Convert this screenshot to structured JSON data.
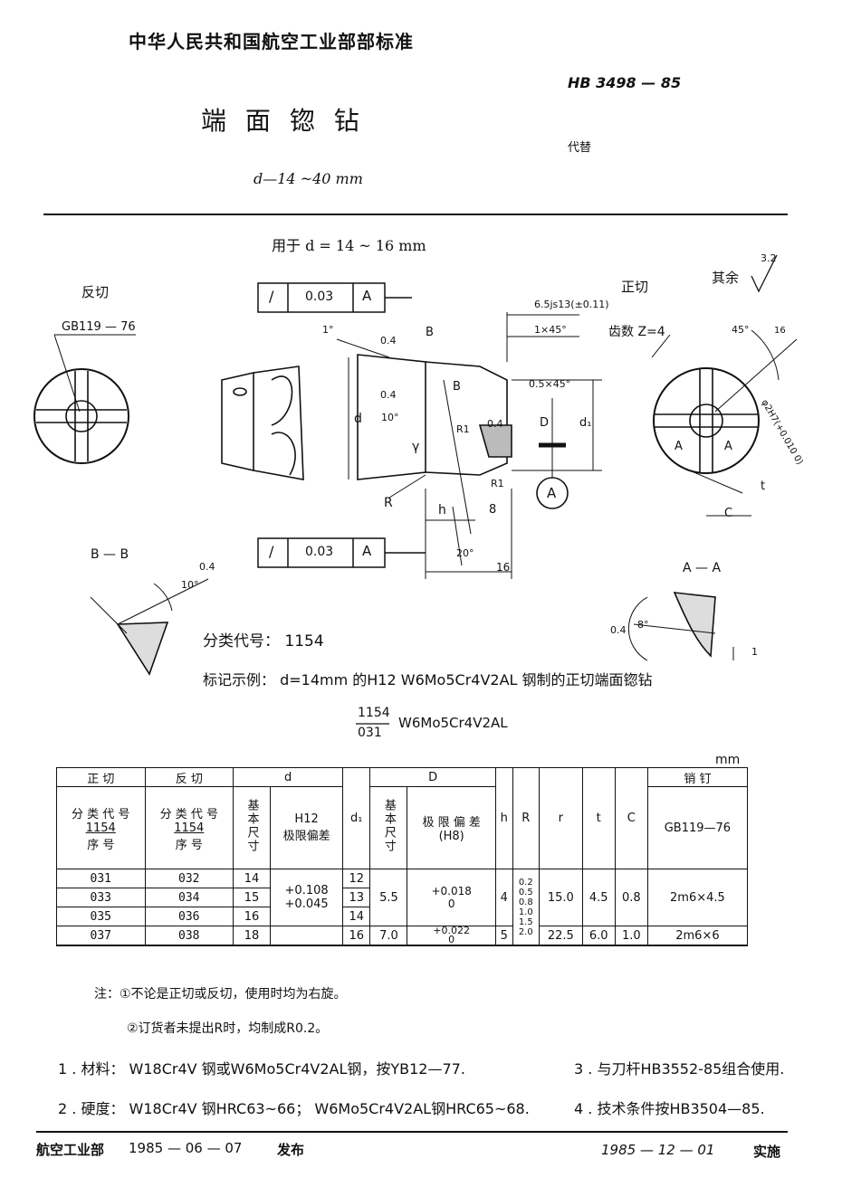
{
  "header": {
    "org": "中华人民共和国航空工业部部标准",
    "title": "端 面 锪 钻",
    "range": "d—14 ~40 mm",
    "std_no": "HB 3498 — 85",
    "replaces": "代替"
  },
  "drawing": {
    "use_for": "用于   d = 14 ~ 16 mm",
    "left_cut": "反切",
    "right_cut": "正切",
    "roughness": "其余",
    "roughness_val": "3.2",
    "pin_std": "GB119 — 76",
    "teeth": "齿数 Z=4",
    "tol_sym": "/",
    "tol_val": "0.03",
    "tol_ref": "A",
    "tol_sym2": "/",
    "tol_val2": "0.03",
    "tol_ref2": "A",
    "dim_1deg": "1°",
    "dim_04a": "0.4",
    "dim_04b": "0.4",
    "dim_04c": "0.4",
    "lbl_B1": "B",
    "lbl_B2": "B",
    "dim_10deg": "10°",
    "lbl_d": "d",
    "lbl_gamma": "γ",
    "lbl_R": "R",
    "lbl_h": "h",
    "dim_8": "8",
    "dim_20deg": "20°",
    "dim_16": "16",
    "dim_js": "6.5js13(±0.11)",
    "dim_1x45": "1×45°",
    "dim_05x45": "0.5×45°",
    "lbl_R1a": "R1",
    "lbl_R1b": "R1",
    "lbl_D": "D",
    "lbl_d1": "d₁",
    "circle_A": "A",
    "dim_45deg": "45°",
    "dim_16b": "16",
    "dim_2h7": "φ2H7(+0.010 0)",
    "lbl_A1": "A",
    "lbl_A2": "A",
    "lbl_t": "t",
    "lbl_C": "C",
    "section_bb": "B — B",
    "bb_10deg": "10°",
    "bb_04": "0.4",
    "section_aa": "A — A",
    "aa_04": "0.4",
    "aa_8deg": "8°",
    "aa_1": "1"
  },
  "classification": "分类代号： 1154",
  "marking_example": "标记示例： d=14mm 的H12  W6Mo5Cr4V2AL 钢制的正切端面锪钻",
  "marking_code_top": "1154",
  "marking_code_bottom": "031",
  "marking_material": "W6Mo5Cr4V2AL",
  "unit": "mm",
  "table": {
    "h_zheng": "正    切",
    "h_fan": "反    切",
    "h_d": "d",
    "h_d1": "d₁",
    "h_D": "D",
    "h_h": "h",
    "h_R": "R",
    "h_r": "r",
    "h_t": "t",
    "h_c": "C",
    "h_pin": "销  钉",
    "h_cls1": "分 类 代 号",
    "h_cls1_code": "1154",
    "h_cls1_seq": "序    号",
    "h_cls2": "分 类 代 号",
    "h_cls2_code": "1154",
    "h_cls2_seq": "序    号",
    "h_basic": "基本尺寸",
    "h_h12": "H12",
    "h_limit": "极限偏差",
    "h_basic2": "基本尺寸",
    "h_limit2": "极  限 偏  差",
    "h_h8": "(H8)",
    "h_gb": "GB119—76",
    "rows": [
      {
        "seq1": "031",
        "seq2": "032",
        "d": "14",
        "d1": "12"
      },
      {
        "seq1": "033",
        "seq2": "034",
        "d": "15",
        "d1": "13"
      },
      {
        "seq1": "035",
        "seq2": "036",
        "d": "16",
        "d1": "14"
      },
      {
        "seq1": "037",
        "seq2": "038",
        "d": "18",
        "d1": "16"
      }
    ],
    "dev_d": "+0.108\n+0.045",
    "D_a": "5.5",
    "dev_D_a": "+0.018\n0",
    "h_a": "4",
    "R_vals": "0.2\n0.5\n0.8\n1.0\n1.5\n2.0",
    "r_a": "15.0",
    "t_a": "4.5",
    "c_a": "0.8",
    "pin_a": "2m6×4.5",
    "D_b": "7.0",
    "dev_D_b": "+0.022\n0",
    "h_b": "5",
    "r_b": "22.5",
    "t_b": "6.0",
    "c_b": "1.0",
    "pin_b": "2m6×6"
  },
  "notes": {
    "n1": "注：①不论是正切或反切，使用时均为右旋。",
    "n2": "②订货者未提出R时，均制成R0.2。"
  },
  "footnotes": {
    "f1": "1 . 材料： W18Cr4V 钢或W6Mo5Cr4V2AL钢，按YB12—77.",
    "f3": "3 . 与刀杆HB3552-85组合使用.",
    "f2": "2 . 硬度： W18Cr4V 钢HRC63~66； W6Mo5Cr4V2AL钢HRC65~68.",
    "f4": "4 . 技术条件按HB3504—85."
  },
  "footer": {
    "issuer": "航空工业部",
    "issue_date": "1985 — 06 — 07",
    "publish": "发布",
    "effective_date": "1985 — 12 — 01",
    "implement": "实施"
  }
}
